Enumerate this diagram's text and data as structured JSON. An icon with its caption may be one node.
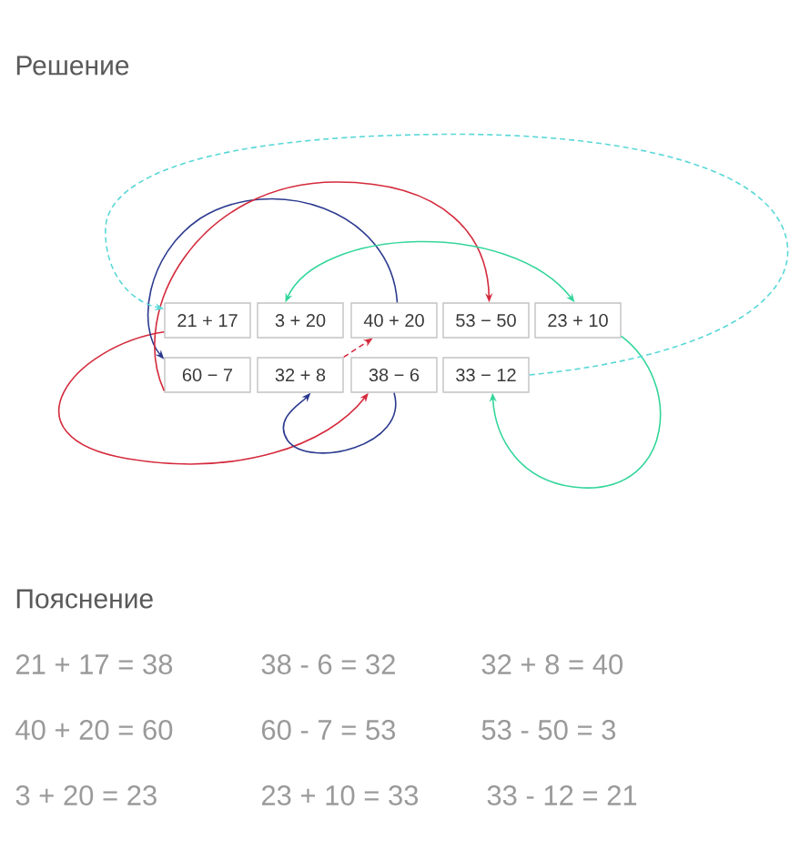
{
  "diagram": {
    "title": "Решение",
    "nodes": [
      {
        "text": [
          "21 + 17"
        ]
      },
      {
        "text": [
          "3 + 20"
        ]
      },
      {
        "text": [
          "40 + 20"
        ]
      },
      {
        "text": [
          "53 − 50"
        ]
      },
      {
        "text": [
          "23 + 10"
        ]
      },
      {
        "text": [
          "60 − 7"
        ]
      },
      {
        "text": [
          "32 + 8"
        ]
      },
      {
        "text": [
          "38 − 6"
        ]
      },
      {
        "text": [
          "33 − 12"
        ]
      }
    ],
    "edges": [
      {
        "from": 0,
        "to": 7,
        "arrow": "to",
        "color": "#d42a3c"
      },
      {
        "from": 7,
        "to": 6,
        "arrow": "to",
        "color": "#2b3a8f"
      },
      {
        "from": 6,
        "to": 2,
        "arrow": "to",
        "style": "dashed",
        "color": "#d42a3c"
      },
      {
        "from": 2,
        "to": 5,
        "arrow": "to",
        "color": "#2b3a8f"
      },
      {
        "from": 5,
        "to": 3,
        "arrow": "to",
        "color": "#d42a3c"
      },
      {
        "from": 1,
        "to": 4,
        "arrow": "both",
        "color": "#33d69a"
      },
      {
        "from": 4,
        "to": 8,
        "arrow": "to",
        "color": "#33d69a"
      },
      {
        "from": 8,
        "to": 0,
        "arrow": "to",
        "style": "dashed",
        "color": "#5ad8d8"
      }
    ],
    "labels": [
      "Пояснение",
      "21 + 17 = 38",
      "38 - 6 = 32",
      "32 + 8 = 40",
      "40 + 20 = 60",
      "60 - 7 = 53",
      "53 - 50 = 3",
      "3 + 20 = 23",
      "23 + 10 = 33",
      "33 - 12 = 21"
    ]
  }
}
